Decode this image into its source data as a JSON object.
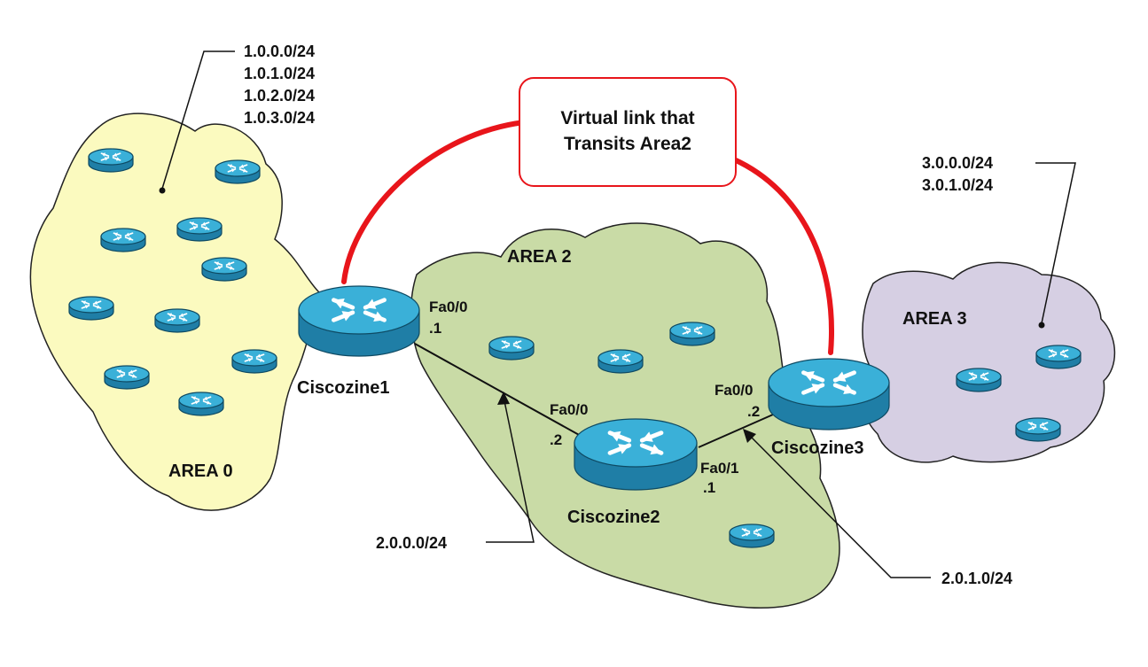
{
  "colors": {
    "area0": "#fbfabf",
    "area2": "#c9dba6",
    "area3": "#d6cfe3",
    "virtual_link": "#e8151b",
    "router_top": "#3ab0d8",
    "router_side": "#1f7ea6",
    "line": "#111111"
  },
  "icons": {
    "router": "router-icon"
  },
  "area0": {
    "label": "AREA 0",
    "prefixes": [
      "1.0.0.0/24",
      "1.0.1.0/24",
      "1.0.2.0/24",
      "1.0.3.0/24"
    ]
  },
  "area2": {
    "label": "AREA 2",
    "prefix_left": "2.0.0.0/24",
    "prefix_right": "2.0.1.0/24"
  },
  "area3": {
    "label": "AREA 3",
    "prefixes": [
      "3.0.0.0/24",
      "3.0.1.0/24"
    ]
  },
  "virtual_link": {
    "line1": "Virtual link that",
    "line2": "Transits Area2"
  },
  "routers": {
    "r1": {
      "name": "Ciscozine1",
      "iface": "Fa0/0",
      "ip": ".1"
    },
    "r2": {
      "name": "Ciscozine2",
      "iface_left": "Fa0/0",
      "ip_left": ".2",
      "iface_right": "Fa0/1",
      "ip_right": ".1"
    },
    "r3": {
      "name": "Ciscozine3",
      "iface": "Fa0/0",
      "ip": ".2"
    }
  }
}
